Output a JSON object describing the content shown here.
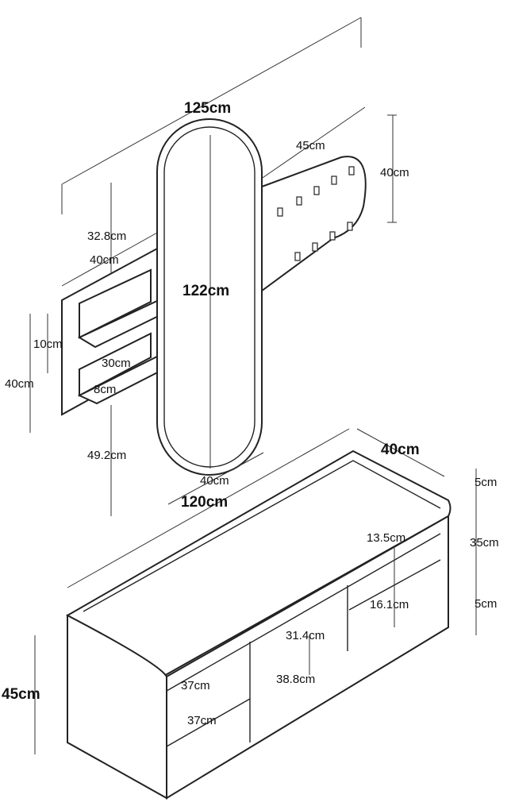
{
  "dimensions": {
    "overall_width": "125cm",
    "panel_width": "45cm",
    "panel_height": "40cm",
    "shelf_unit_offset": "32.8cm",
    "shelf_unit_width": "40cm",
    "mirror_height": "122cm",
    "shelf_gap": "10cm",
    "shelf_unit_height": "40cm",
    "shelf_length": "30cm",
    "shelf_depth": "8cm",
    "shelf_floor_offset": "49.2cm",
    "mirror_width": "40cm",
    "bench_width": "120cm",
    "bench_depth": "40cm",
    "top_thickness": "5cm",
    "inner_height": "35cm",
    "base_height": "5cm",
    "upper_compartment": "13.5cm",
    "lower_compartment": "16.1cm",
    "middle_height": "31.4cm",
    "middle_width": "38.8cm",
    "left_upper": "37cm",
    "left_lower": "37cm",
    "bench_height": "45cm"
  }
}
